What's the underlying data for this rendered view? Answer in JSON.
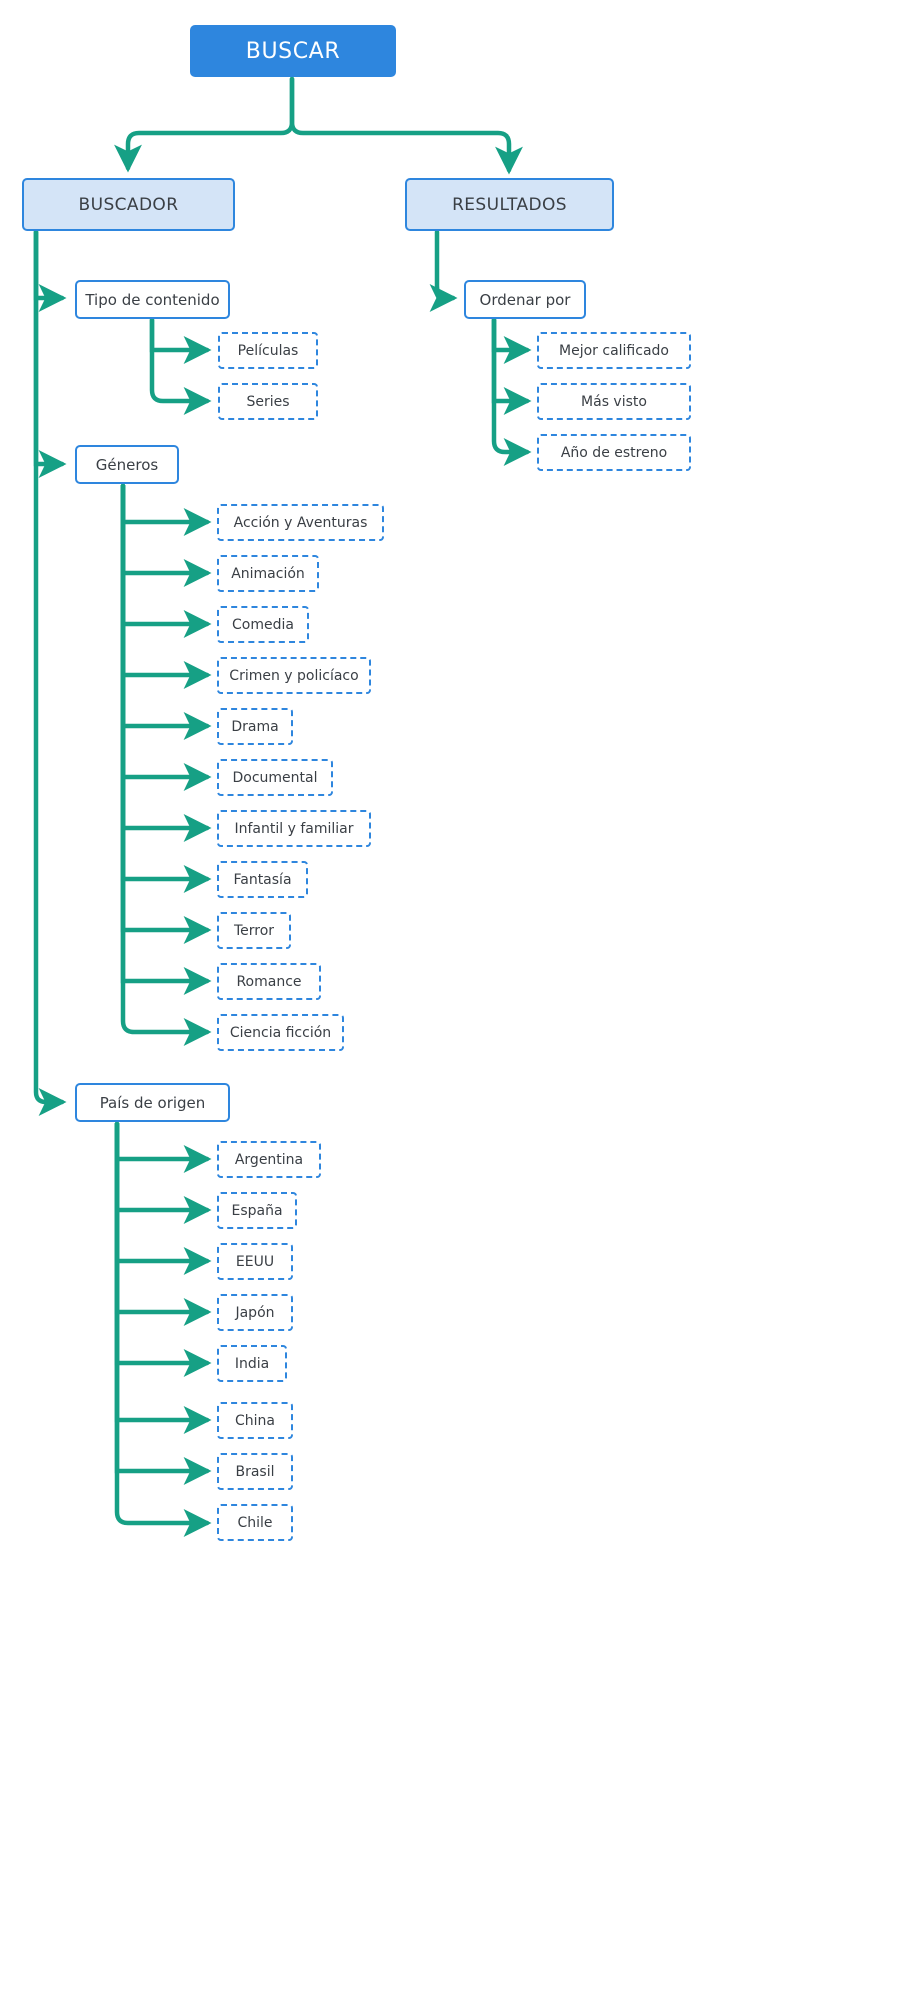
{
  "diagram": {
    "title": "BUSCAR",
    "type": "flowchart-tree",
    "colors": {
      "root_fill": "#2E86DE",
      "root_text": "#FFFFFF",
      "section_fill": "#D4E4F7",
      "border_blue": "#2E86DE",
      "arrow_teal": "#16A085",
      "node_text": "#3A3F45",
      "background": "#FFFFFF"
    }
  },
  "root": {
    "label": "BUSCAR"
  },
  "sections": {
    "buscador": {
      "label": "BUSCADOR"
    },
    "resultados": {
      "label": "RESULTADOS"
    }
  },
  "groups": {
    "tipo_de_contenido": {
      "label": "Tipo de contenido"
    },
    "generos": {
      "label": "Géneros"
    },
    "pais_de_origen": {
      "label": "País de origen"
    },
    "ordenar_por": {
      "label": "Ordenar por"
    }
  },
  "tipo_de_contenido_items": [
    {
      "label": "Películas"
    },
    {
      "label": "Series"
    }
  ],
  "ordenar_por_items": [
    {
      "label": "Mejor calificado"
    },
    {
      "label": "Más visto"
    },
    {
      "label": "Año de estreno"
    }
  ],
  "generos_items": [
    {
      "label": "Acción y Aventuras"
    },
    {
      "label": "Animación"
    },
    {
      "label": "Comedia"
    },
    {
      "label": "Crimen y policíaco"
    },
    {
      "label": "Drama"
    },
    {
      "label": "Documental"
    },
    {
      "label": "Infantil y familiar"
    },
    {
      "label": "Fantasía"
    },
    {
      "label": "Terror"
    },
    {
      "label": "Romance"
    },
    {
      "label": "Ciencia ficción"
    }
  ],
  "pais_de_origen_items": [
    {
      "label": "Argentina"
    },
    {
      "label": "España"
    },
    {
      "label": "EEUU"
    },
    {
      "label": "Japón"
    },
    {
      "label": "India"
    },
    {
      "label": "China"
    },
    {
      "label": "Brasil"
    },
    {
      "label": "Chile"
    }
  ]
}
